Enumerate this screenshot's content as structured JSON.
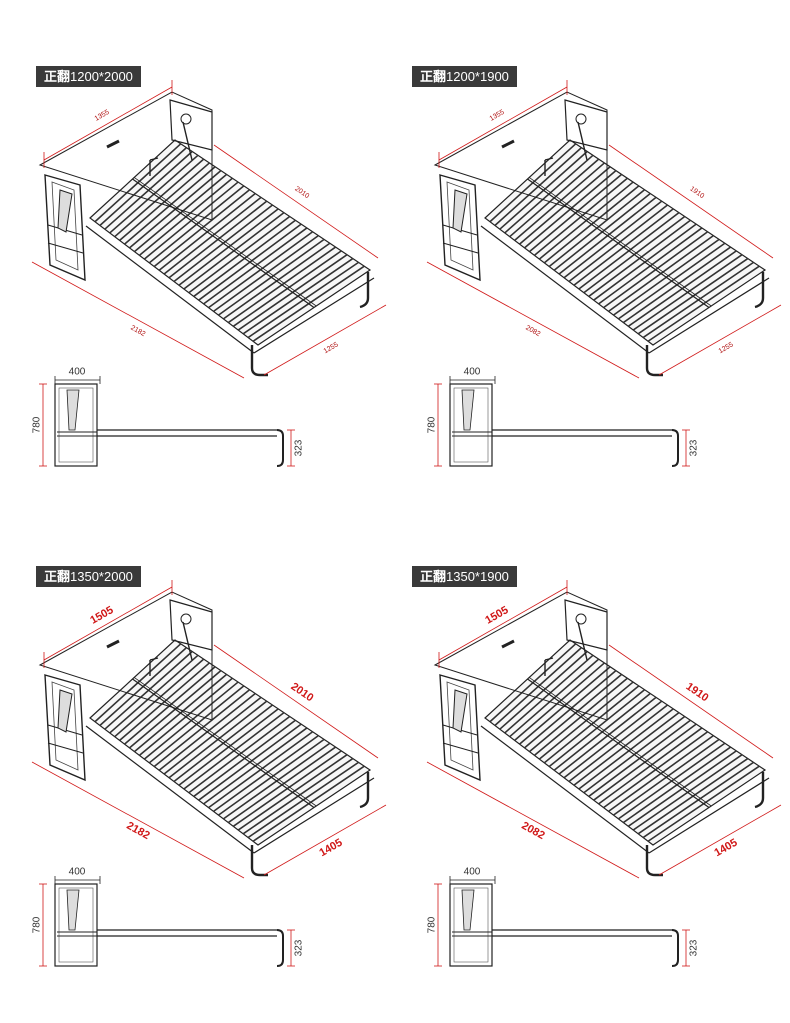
{
  "colors": {
    "label_bg": "#3a3a3a",
    "dimension": "#d01818",
    "line": "#222222"
  },
  "panels": [
    {
      "label_cn": "正翻",
      "label_size": "1200*2000",
      "headboard_width": "1355",
      "length_inner": "2010",
      "length_outer": "2182",
      "width_outer": "1255",
      "depth": "400",
      "height": "780",
      "folded_height": "323",
      "big_labels": false
    },
    {
      "label_cn": "正翻",
      "label_size": "1200*1900",
      "headboard_width": "1355",
      "length_inner": "1910",
      "length_outer": "2082",
      "width_outer": "1255",
      "depth": "400",
      "height": "780",
      "folded_height": "323",
      "big_labels": false
    },
    {
      "label_cn": "正翻",
      "label_size": "1350*2000",
      "headboard_width": "1505",
      "length_inner": "2010",
      "length_outer": "2182",
      "width_outer": "1405",
      "depth": "400",
      "height": "780",
      "folded_height": "323",
      "big_labels": true
    },
    {
      "label_cn": "正翻",
      "label_size": "1350*1900",
      "headboard_width": "1505",
      "length_inner": "1910",
      "length_outer": "2082",
      "width_outer": "1405",
      "depth": "400",
      "height": "780",
      "folded_height": "323",
      "big_labels": true
    }
  ]
}
